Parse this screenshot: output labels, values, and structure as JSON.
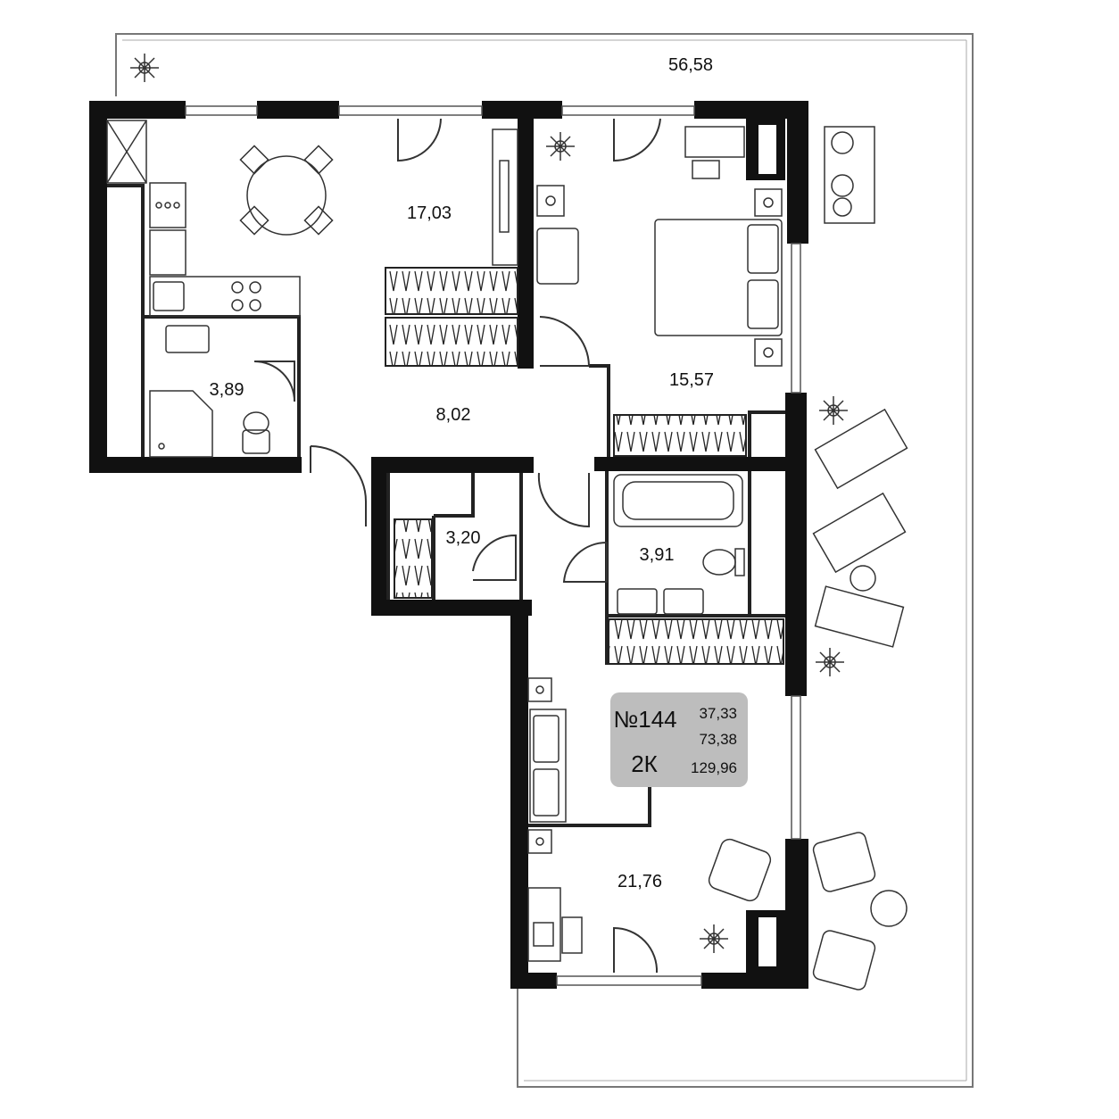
{
  "terrace": {
    "area": "56,58"
  },
  "rooms": {
    "kitchen": "17,03",
    "bedroom": "15,57",
    "bathroom_small": "3,89",
    "hall": "8,02",
    "closet": "3,20",
    "bathroom": "3,91",
    "living": "21,76"
  },
  "badge": {
    "number": "№144",
    "type": "2К",
    "living_area": "37,33",
    "total_area": "73,38",
    "total_with_terrace": "129,96"
  },
  "colors": {
    "wall": "#111111",
    "badge_bg": "#bdbdbd",
    "furniture": "#333333"
  }
}
